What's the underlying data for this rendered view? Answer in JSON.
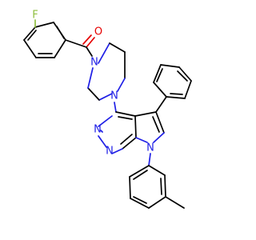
{
  "molecule": {
    "atoms": {
      "F": {
        "label": "F",
        "color": "#8fbf3f"
      },
      "O": {
        "label": "O",
        "color": "#e60000"
      },
      "N_pip_top": {
        "label": "N",
        "color": "#1f1fe6"
      },
      "N_pip_bottom": {
        "label": "N",
        "color": "#1f1fe6"
      },
      "N_pyr_top": {
        "label": "N",
        "color": "#1f1fe6"
      },
      "N_pyr_bottom": {
        "label": "N",
        "color": "#1f1fe6"
      },
      "N_pyrrole": {
        "label": "N",
        "color": "#1f1fe6"
      }
    }
  }
}
